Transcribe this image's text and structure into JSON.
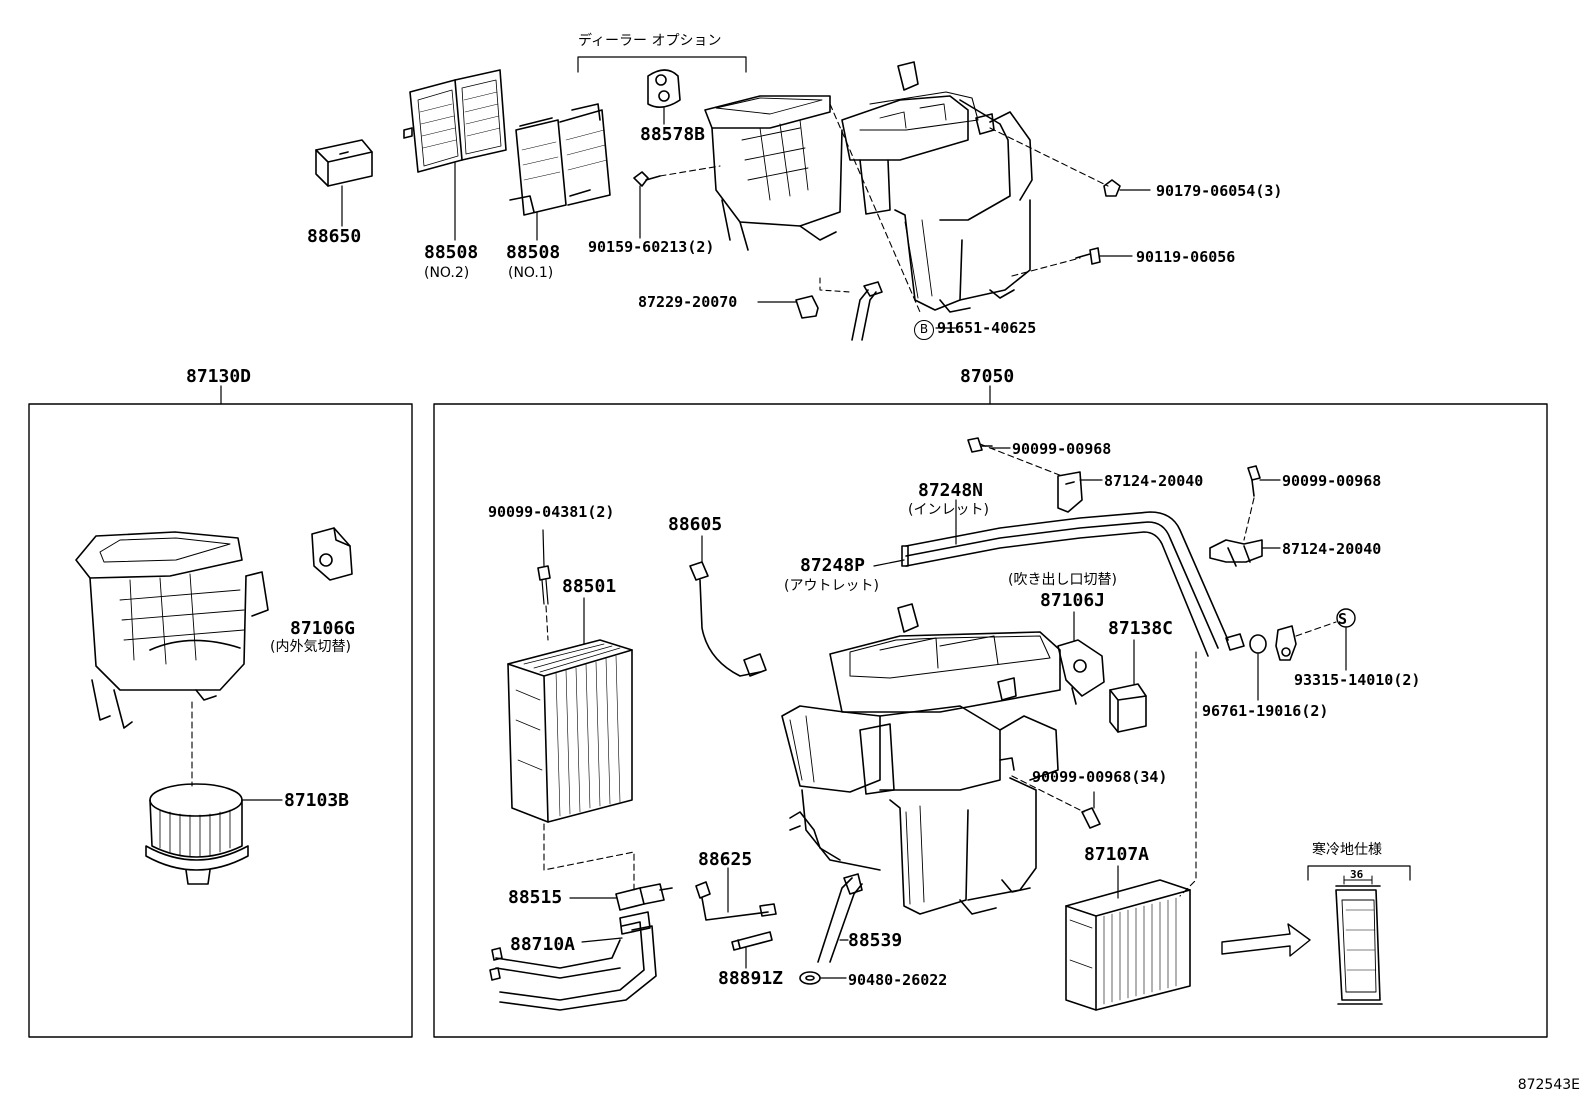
{
  "diagram": {
    "header_note": "ディーラー オプション",
    "diagram_code": "872543E",
    "group_labels": {
      "blower": "87130D",
      "unit": "87050"
    },
    "parts": {
      "p88650": "88650",
      "p88508_no2": "88508",
      "p88508_no2_sub": "(NO.2)",
      "p88508_no1": "88508",
      "p88508_no1_sub": "(NO.1)",
      "p88578b": "88578B",
      "p90159": "90159-60213(2)",
      "p90179": "90179-06054(3)",
      "p90119": "90119-06056",
      "p87229": "87229-20070",
      "p91651": "91651-40625",
      "p91651_mark": "B",
      "p87106g": "87106G",
      "p87106g_sub": "(内外気切替)",
      "p87103b": "87103B",
      "p90099_top": "90099-00968",
      "p87124_a": "87124-20040",
      "p90099_right": "90099-00968",
      "p87124_b": "87124-20040",
      "p87248n": "87248N",
      "p87248n_sub": "(インレット)",
      "p87248p": "87248P",
      "p87248p_sub": "(アウトレット)",
      "p90099_04381": "90099-04381(2)",
      "p88605": "88605",
      "p88501": "88501",
      "p87106j_note": "(吹き出し口切替)",
      "p87106j": "87106J",
      "p87138c": "87138C",
      "p93315_mark": "S",
      "p93315": "93315-14010(2)",
      "p96761": "96761-19016(2)",
      "p90099_34": "90099-00968(34)",
      "p87107a": "87107A",
      "p88625": "88625",
      "p88515": "88515",
      "p88710a": "88710A",
      "p88891z": "88891Z",
      "p88539": "88539",
      "p90480": "90480-26022",
      "cold_note": "寒冷地仕様",
      "dim_36": "36"
    }
  }
}
